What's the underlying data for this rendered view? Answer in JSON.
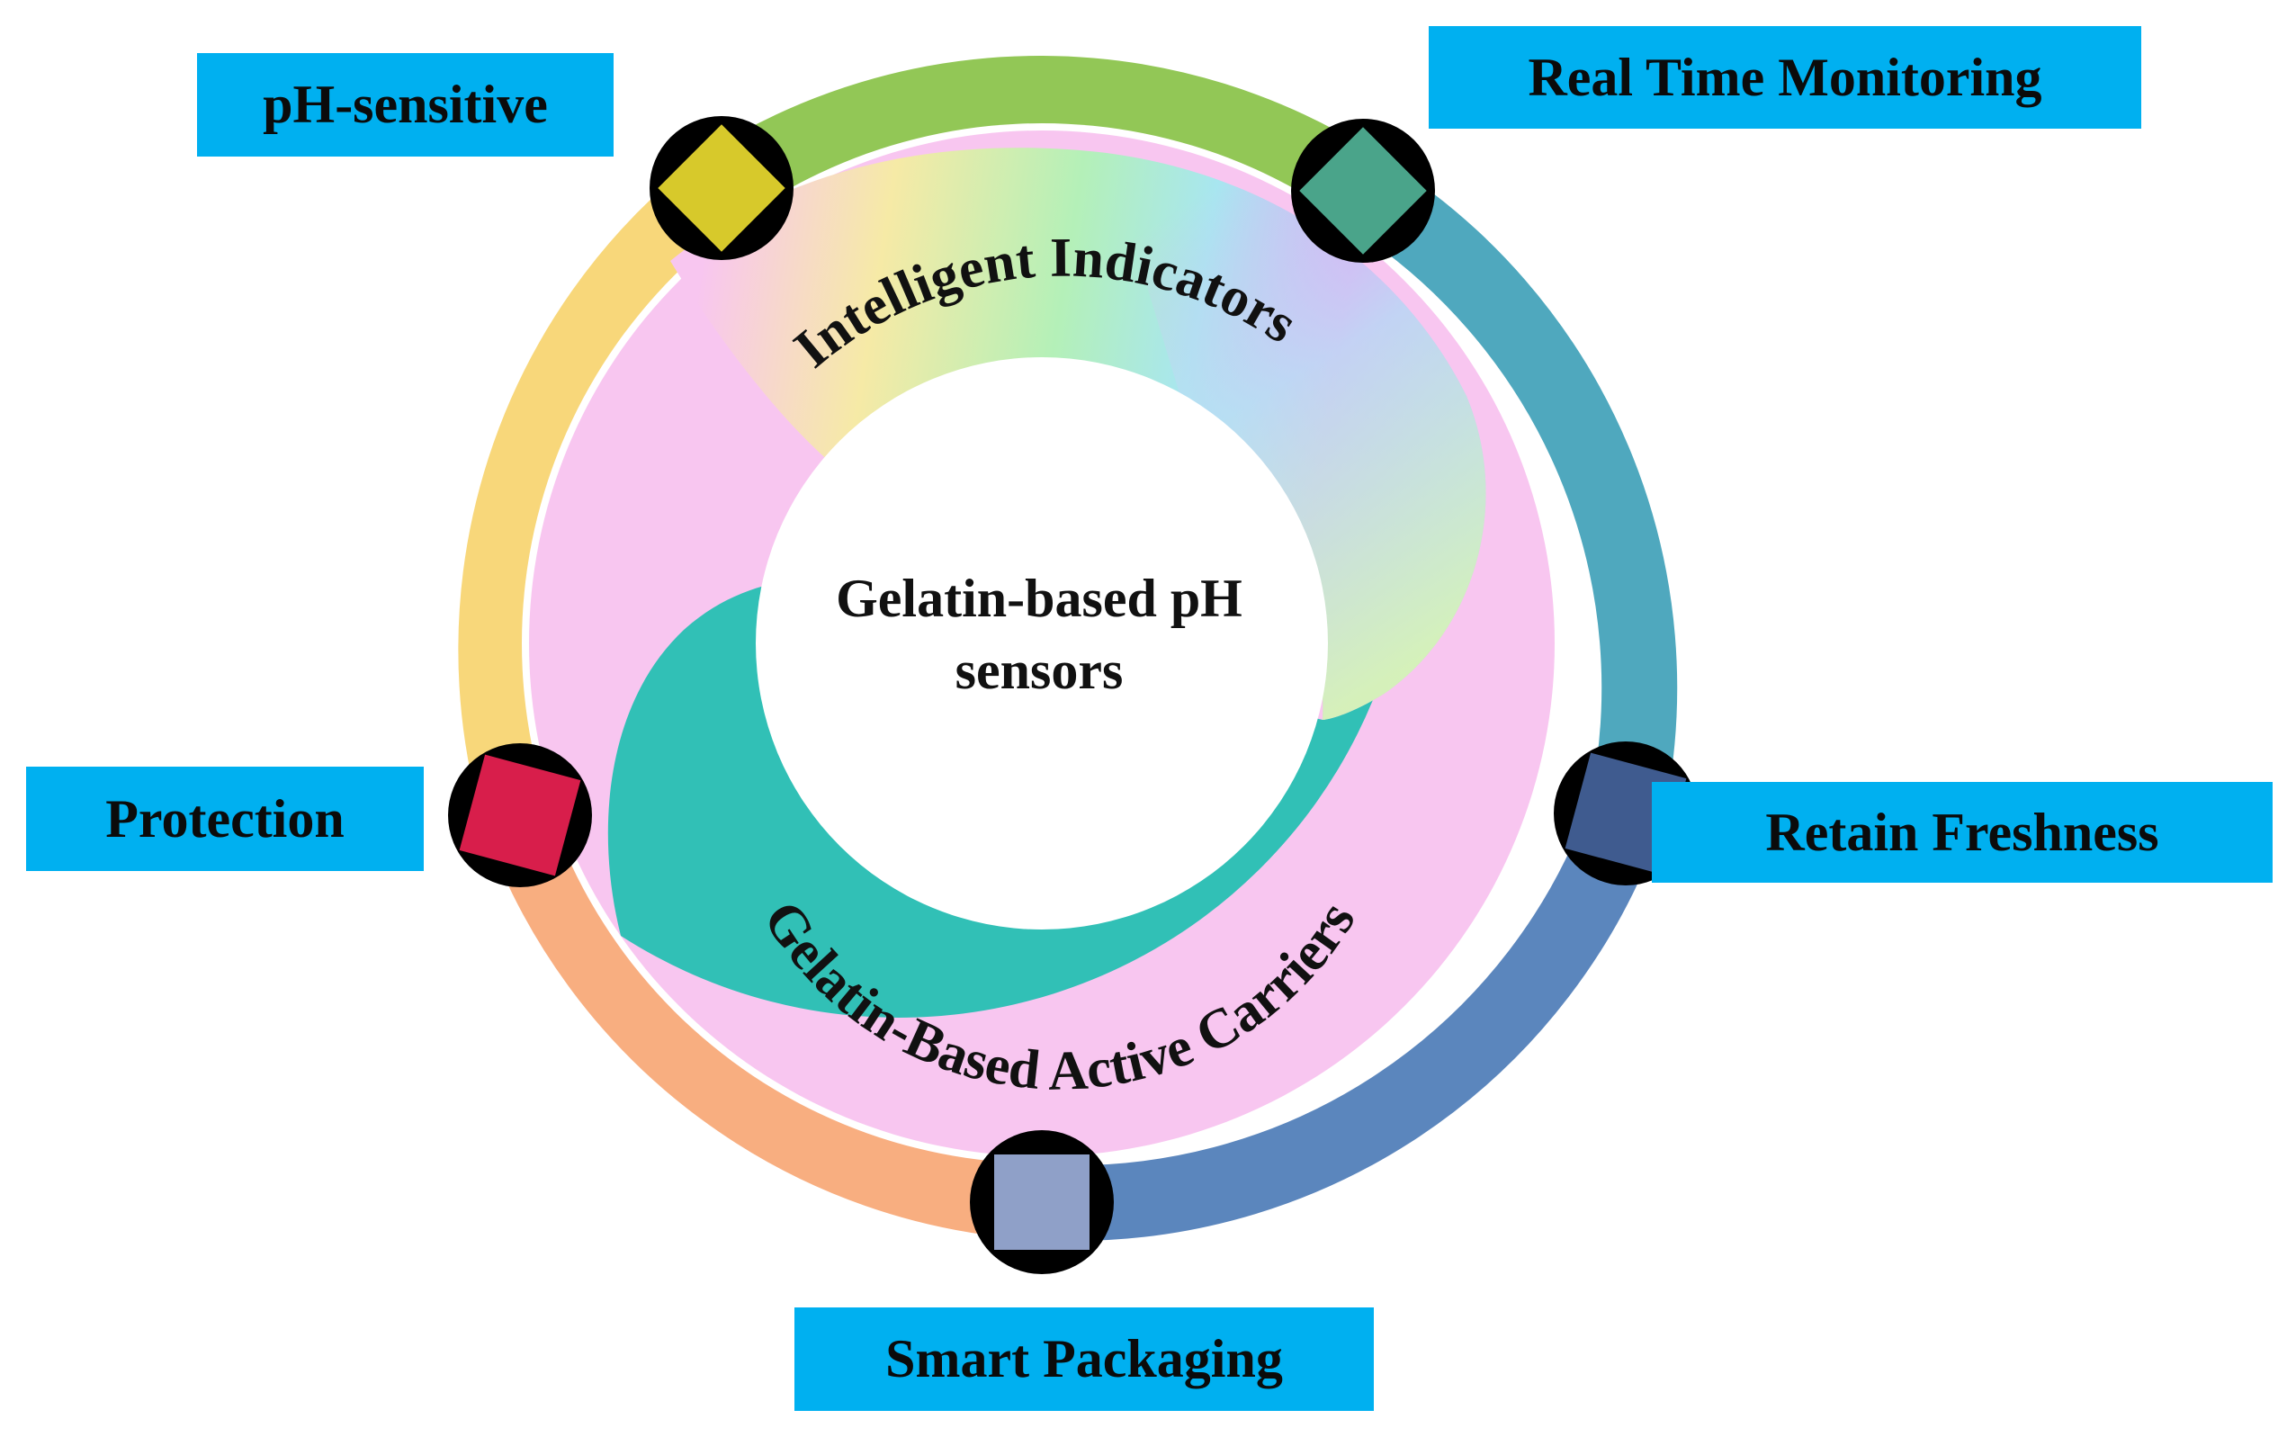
{
  "center_title": {
    "line1": "Gelatin-based pH",
    "line2": "sensors"
  },
  "arc_labels": {
    "top": "Intelligent Indicators",
    "bottom": "Gelatin-Based Active Carriers"
  },
  "labels": {
    "ph_sensitive": "pH-sensitive",
    "real_time_monitoring": "Real Time Monitoring",
    "retain_freshness": "Retain Freshness",
    "protection": "Protection",
    "smart_packaging": "Smart Packaging"
  },
  "colors": {
    "label_box": "#00b0f0",
    "ring_green": "#92c756",
    "ring_yellow": "#f8d77a",
    "ring_orange": "#f8ae80",
    "ring_steel_blue": "#5b86bd",
    "ring_teal_blue": "#4fa8be",
    "teal_region": "#31c0b6",
    "pink_region": "#f8c6f0",
    "marker_ring": "#000000",
    "square_yellow": "#d7c92b",
    "square_green": "#4aa48a",
    "square_red": "#d81e4b",
    "square_navy": "#3f5b8f",
    "square_lavender": "#8fa0c8"
  },
  "markers": [
    {
      "name": "ph-sensitive-marker",
      "icon": "diamond-square-icon",
      "color": "#d7c92b"
    },
    {
      "name": "real-time-monitoring-marker",
      "icon": "diamond-square-icon",
      "color": "#4aa48a"
    },
    {
      "name": "protection-marker",
      "icon": "diamond-square-icon",
      "color": "#d81e4b"
    },
    {
      "name": "retain-freshness-marker",
      "icon": "diamond-square-icon",
      "color": "#3f5b8f"
    },
    {
      "name": "smart-packaging-marker",
      "icon": "square-icon",
      "color": "#8fa0c8"
    }
  ]
}
